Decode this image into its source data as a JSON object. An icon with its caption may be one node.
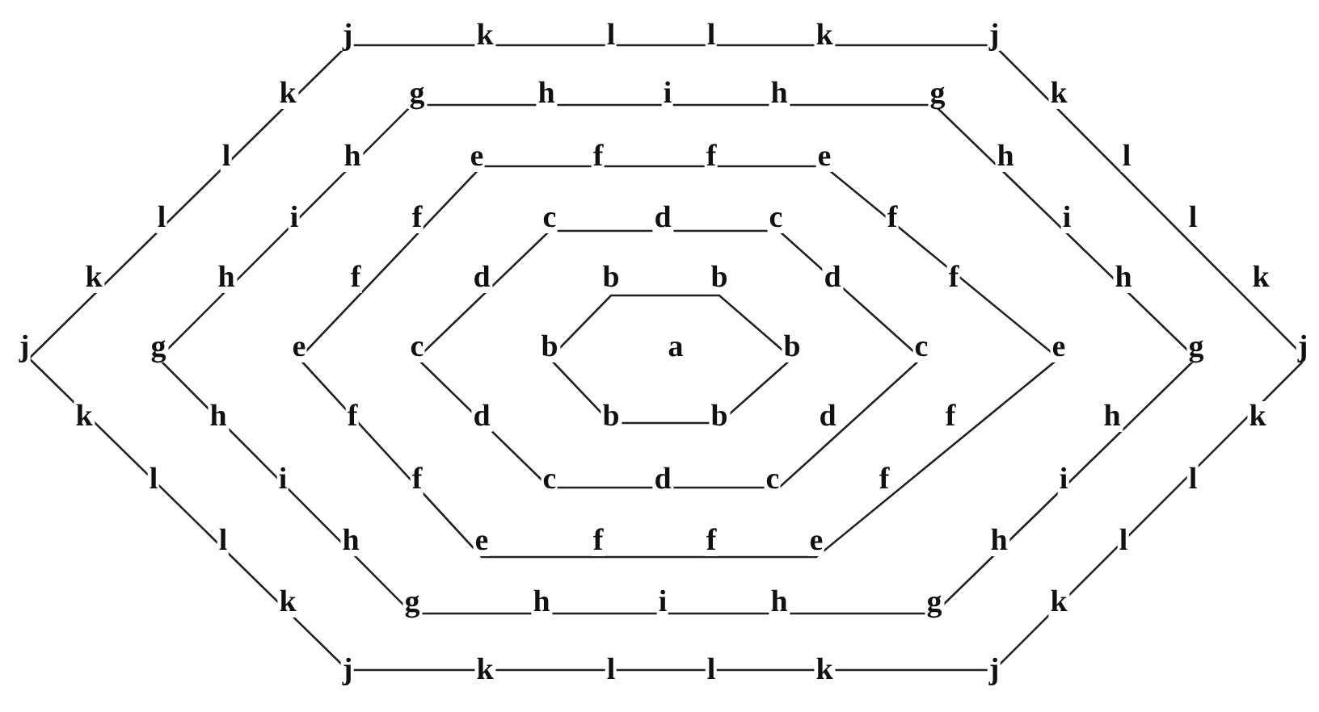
{
  "diagram": {
    "labels": [
      "j",
      "k",
      "l",
      "l",
      "k",
      "j",
      "k",
      "g",
      "h",
      "i",
      "h",
      "g",
      "k",
      "l",
      "h",
      "e",
      "f",
      "f",
      "e",
      "h",
      "l",
      "l",
      "i",
      "f",
      "c",
      "d",
      "c",
      "f",
      "i",
      "l",
      "k",
      "h",
      "f",
      "d",
      "b",
      "b",
      "d",
      "f",
      "h",
      "k",
      "j",
      "g",
      "e",
      "c",
      "b",
      "a",
      "b",
      "c",
      "e",
      "g",
      "j",
      "k",
      "h",
      "f",
      "d",
      "b",
      "b",
      "d",
      "f",
      "h",
      "k",
      "l",
      "i",
      "f",
      "c",
      "d",
      "c",
      "f",
      "i",
      "l",
      "l",
      "h",
      "e",
      "f",
      "f",
      "e",
      "h",
      "l",
      "k",
      "g",
      "h",
      "i",
      "h",
      "g",
      "k",
      "j",
      "k",
      "l",
      "l",
      "k",
      "j"
    ]
  }
}
